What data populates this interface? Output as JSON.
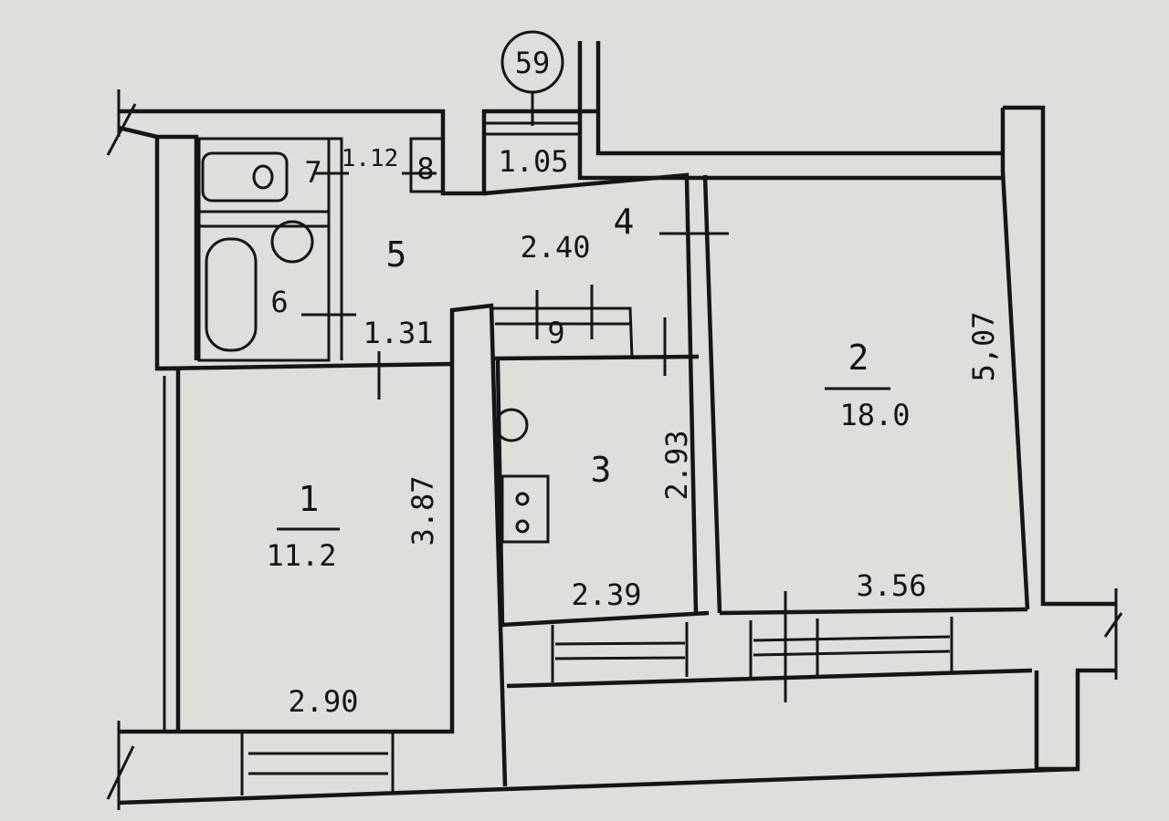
{
  "plan": {
    "building_number": "59",
    "rooms": [
      {
        "number": "1",
        "area": "11.2"
      },
      {
        "number": "2",
        "area": "18.0"
      },
      {
        "number": "3"
      },
      {
        "number": "4"
      },
      {
        "number": "5"
      },
      {
        "number": "6"
      },
      {
        "number": "7"
      },
      {
        "number": "8"
      },
      {
        "number": "9"
      }
    ],
    "dimensions": {
      "room1_width": "2.90",
      "room1_length": "3.87",
      "room2_width": "3.56",
      "room2_length": "5,07",
      "room3_width": "2.39",
      "room3_length": "2.93",
      "hall_width": "2.40",
      "toilet_width": "1.12",
      "closet_width": "1.05",
      "bath_width": "1.31"
    }
  }
}
